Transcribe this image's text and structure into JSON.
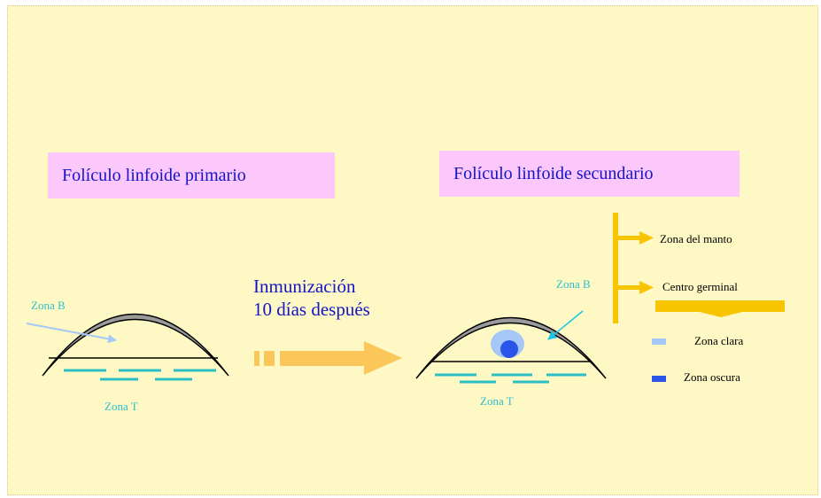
{
  "titles": {
    "primary": "Folículo linfoide primario",
    "secondary": "Folículo linfoide secundario"
  },
  "arrow_caption": {
    "line1": "Inmunización",
    "line2": "10 días después"
  },
  "labels": {
    "zona_b_left": "Zona B",
    "zona_t_left": "Zona T",
    "zona_b_right": "Zona B",
    "zona_t_right": "Zona T"
  },
  "legend": {
    "zona_manto": "Zona del manto",
    "centro_germinal": "Centro germinal",
    "zona_clara": "Zona clara",
    "zona_oscura": "Zona oscura"
  },
  "colors": {
    "background": "#fdf8c4",
    "title_box": "#fcc8fc",
    "title_text": "#1414c8",
    "zone_label": "#2fbfcf",
    "light_zone": "#a6c8f8",
    "dark_zone": "#2a55e8",
    "legend_arrow": "#f8c400",
    "big_arrow": "#fbc75a"
  }
}
